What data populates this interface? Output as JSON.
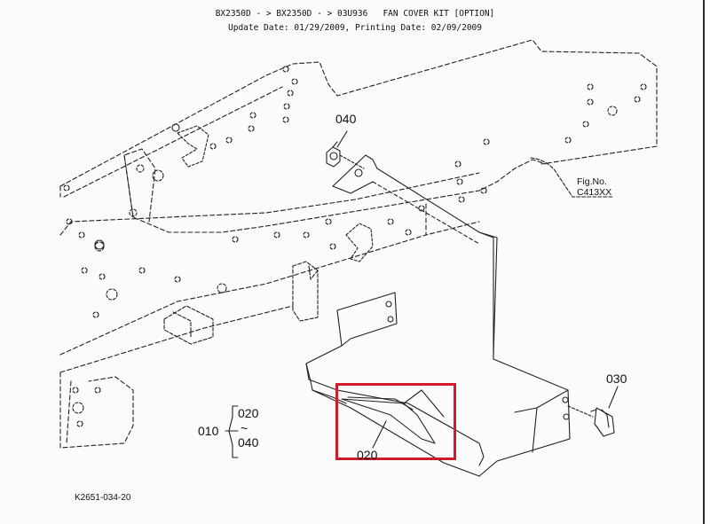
{
  "header": {
    "line1": "BX2350D - > BX2350D - > 03U936   FAN COVER KIT [OPTION]",
    "line2": "Update Date: 01/29/2009, Printing Date: 02/09/2009"
  },
  "parts": {
    "p040": "040",
    "p030": "030",
    "p020": "020",
    "p010": "010",
    "range_start": "020",
    "range_sep": "~",
    "range_end": "040"
  },
  "figure": {
    "fig_no_label": "Fig.No.",
    "fig_no_value": "C413XX"
  },
  "drawing_code": "K2651-034-20",
  "colors": {
    "highlight": "#d11a2a",
    "ink": "#222222"
  }
}
